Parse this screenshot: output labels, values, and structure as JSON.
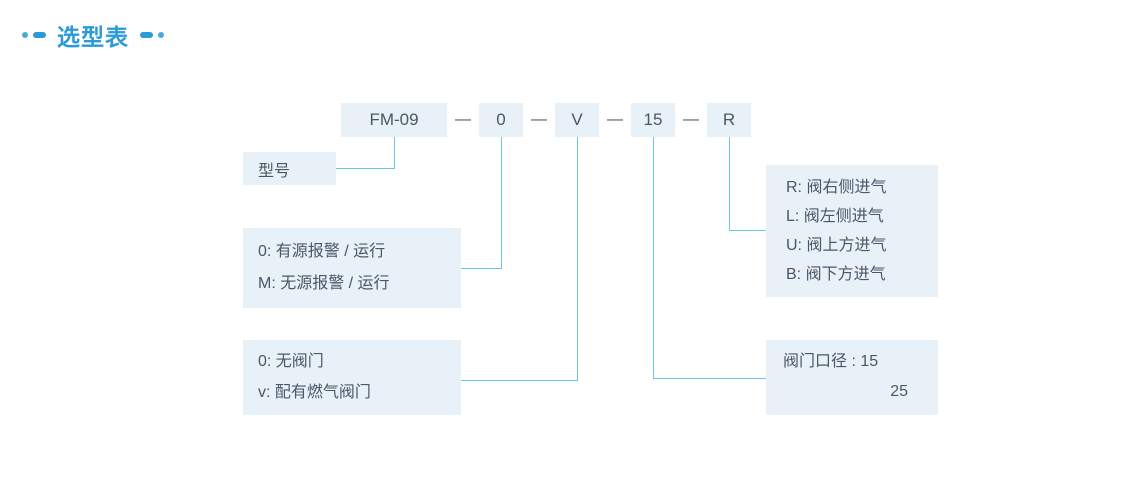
{
  "title": "选型表",
  "model_code": {
    "segments": [
      "FM-09",
      "0",
      "V",
      "15",
      "R"
    ],
    "separator": "—"
  },
  "legend": {
    "model": "型号",
    "alarm": [
      "0: 有源报警 / 运行",
      "M: 无源报警 / 运行"
    ],
    "valve": [
      "0: 无阀门",
      "v: 配有燃气阀门"
    ],
    "inlet": [
      "R: 阀右侧进气",
      "L: 阀左侧进气",
      "U: 阀上方进气",
      "B: 阀下方进气"
    ],
    "diameter": [
      "阀门口径 : 15",
      "25"
    ]
  },
  "colors": {
    "accent": "#2a9bd8",
    "box_bg": "#e9f1f8",
    "text": "#4a5669",
    "connector": "#66c6e8"
  }
}
